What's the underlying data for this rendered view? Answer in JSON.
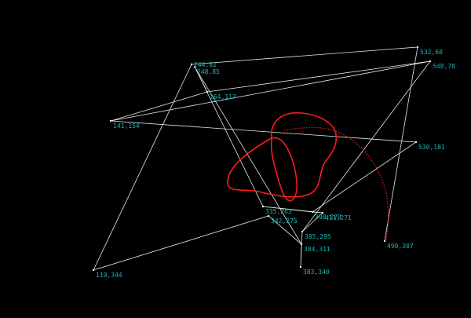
{
  "colors": {
    "background": "#000000",
    "polyline": "#e8e8e8",
    "point": "#e8e8e8",
    "label": "#1fb5b5",
    "curve": "#ff1a1a"
  },
  "points": [
    {
      "label": "532,60"
    },
    {
      "label": "548,78"
    },
    {
      "label": "248,85"
    },
    {
      "label": "244,82"
    },
    {
      "label": "264,117"
    },
    {
      "label": "141,154"
    },
    {
      "label": "530,181"
    },
    {
      "label": "335,263"
    },
    {
      "label": "398,270"
    },
    {
      "label": "411,271"
    },
    {
      "label": "342,275"
    },
    {
      "label": "385,295"
    },
    {
      "label": "384,311"
    },
    {
      "label": "383,340"
    },
    {
      "label": "490,307"
    },
    {
      "label": "119,344"
    }
  ]
}
